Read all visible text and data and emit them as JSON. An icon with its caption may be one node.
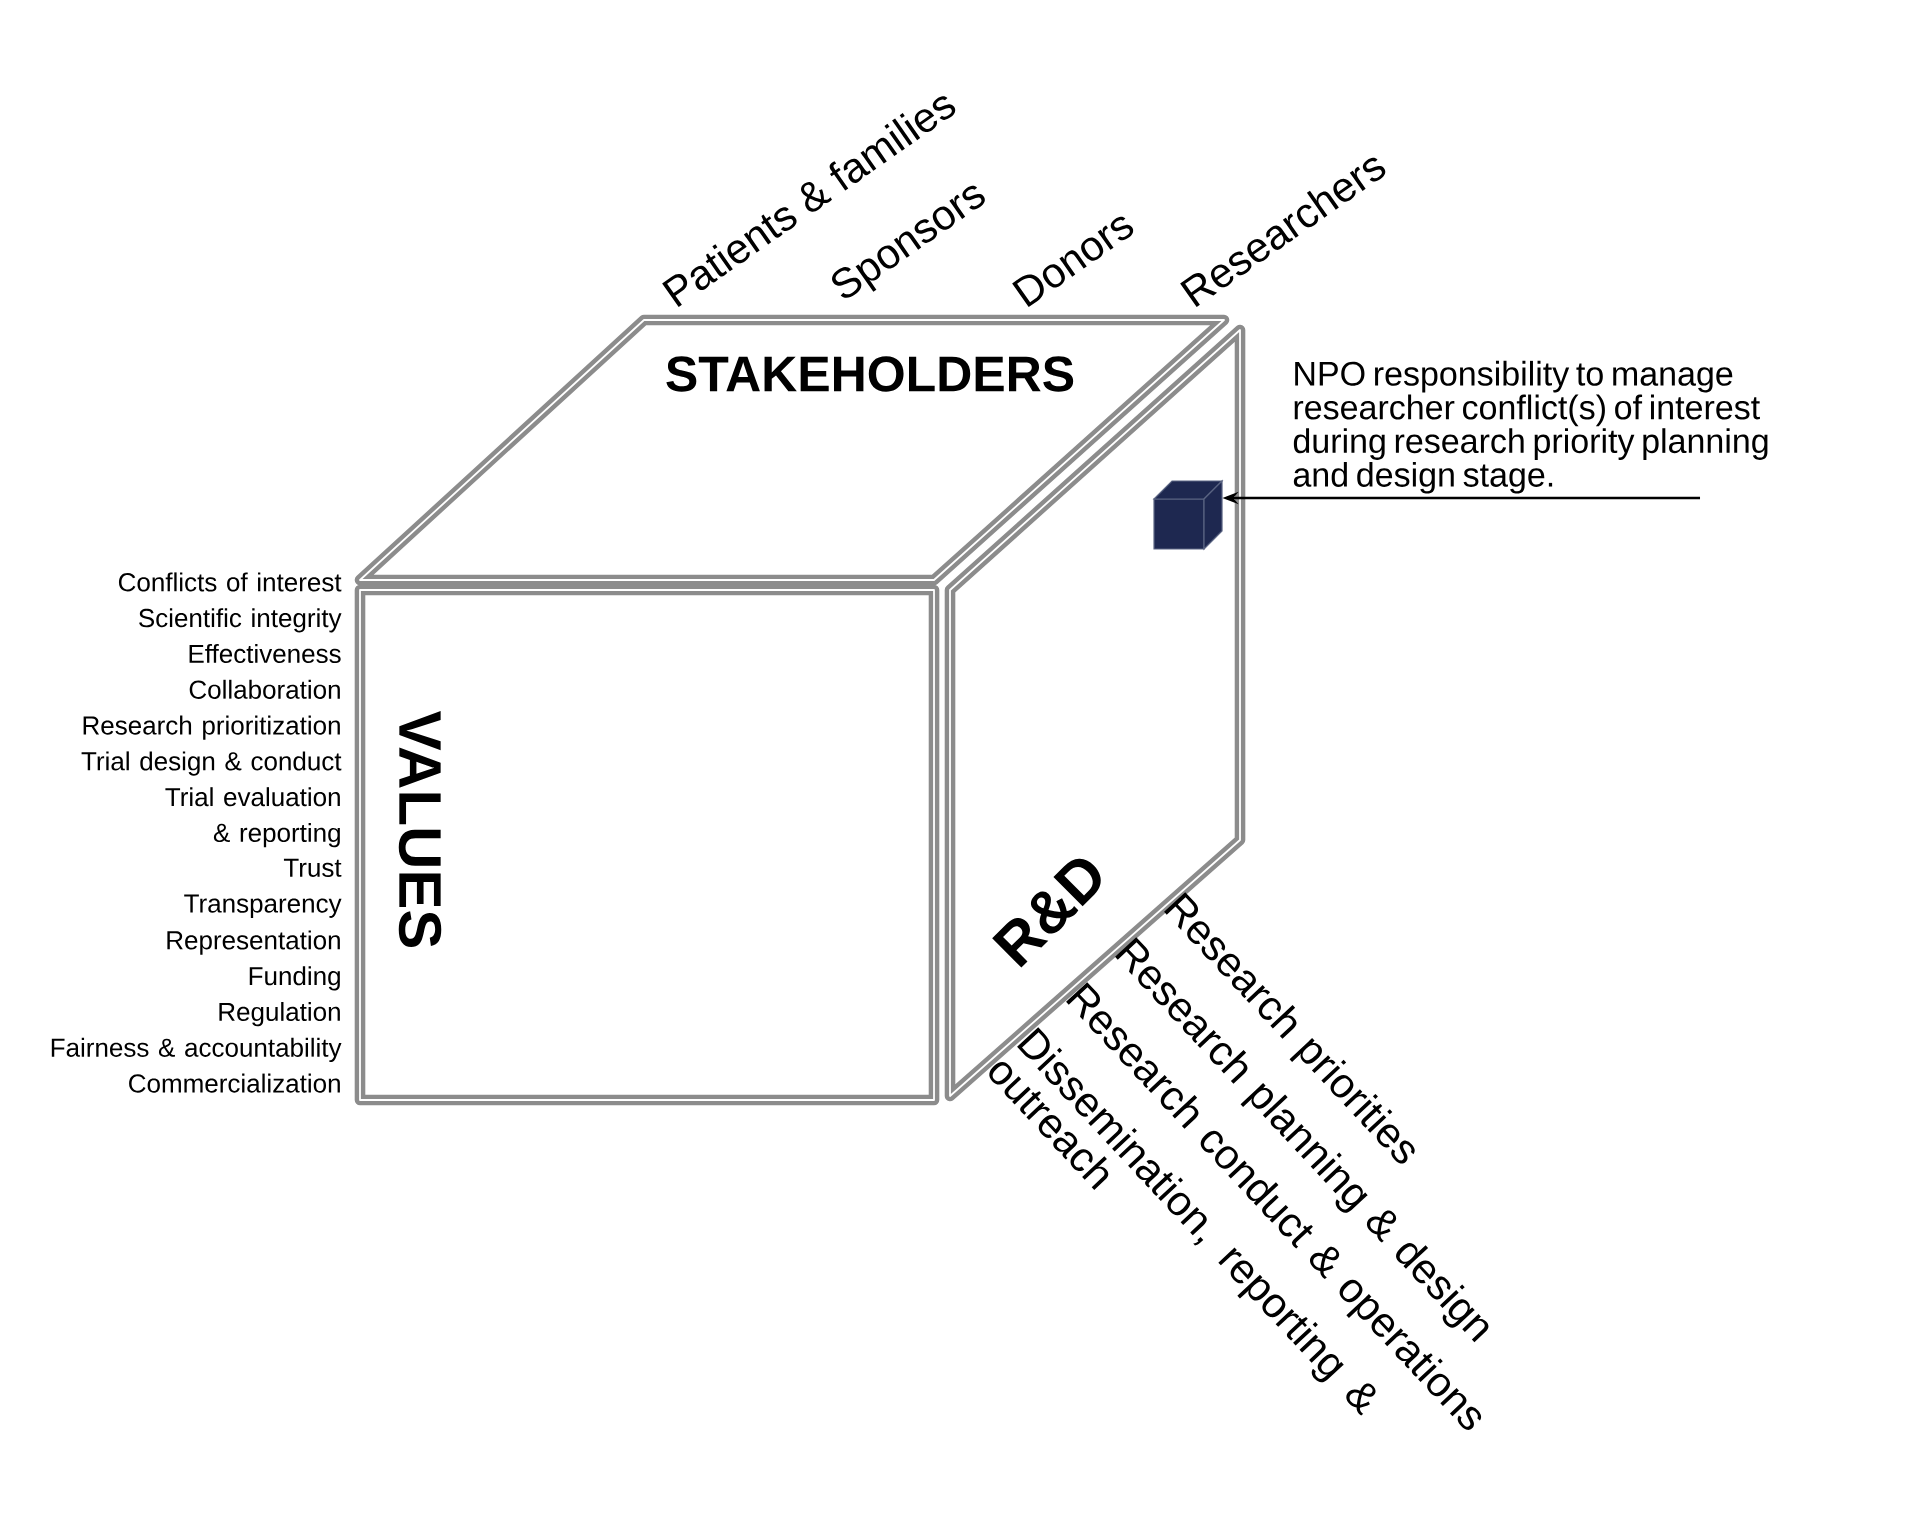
{
  "diagram": {
    "nodes": [
      {
        "text": [
          "STAKEHOLDERS"
        ],
        "beside": [
          "Patients & families",
          "Sponsors",
          "Donors",
          "Researchers"
        ]
      },
      {
        "text": [
          "VALUES"
        ],
        "beside": [
          "Conflicts of interest",
          "Scientific integrity",
          "Effectiveness",
          "Collaboration",
          "Research prioritization",
          "Trial design & conduct",
          "Trial evaluation & reporting",
          "Trust",
          "Transparency",
          "Representation",
          "Funding",
          "Regulation",
          "Fairness & accountability",
          "Commercialization"
        ]
      },
      {
        "text": [
          "R&D"
        ],
        "beside": [
          "Research priorities",
          "Research planning & design",
          "Research conduct & operations",
          "Dissemination, reporting & outreach"
        ]
      },
      {
        "text": [],
        "shape": "box",
        "in": 2
      },
      {
        "text": [
          "NPO responsibility to manage researcher conflict(s) of interest during research priority planning and design stage."
        ]
      }
    ],
    "edges": [
      {
        "from": 4,
        "to": 3,
        "arrow": "to"
      }
    ]
  }
}
